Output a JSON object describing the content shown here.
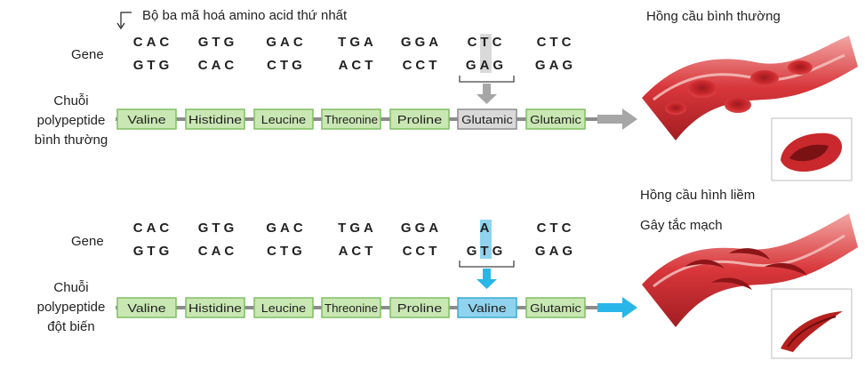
{
  "top_note": "Bộ ba mã hoá amino acid thứ nhất",
  "gene_label": "Gene",
  "normal": {
    "chain_label": [
      "Chuỗi",
      "polypeptide",
      "bình thường"
    ],
    "codons_top": [
      "CAC",
      "GTG",
      "GAC",
      "TGA",
      "GGA",
      "CTC",
      "CTC"
    ],
    "codons_bottom": [
      "GTG",
      "CAC",
      "CTG",
      "ACT",
      "CCT",
      "GAG",
      "GAG"
    ],
    "amino_acids": [
      "Valine",
      "Histidine",
      "Leucine",
      "Threonine",
      "Proline",
      "Glutamic",
      "Glutamic"
    ],
    "cell_label": "Hồng cầu bình thường"
  },
  "mutant": {
    "chain_label": [
      "Chuỗi",
      "polypeptide",
      "đột biến"
    ],
    "codons_top": [
      "CAC",
      "GTG",
      "GAC",
      "TGA",
      "GGA",
      "A",
      "CTC"
    ],
    "codons_bottom": [
      "GTG",
      "CAC",
      "CTG",
      "ACT",
      "CCT",
      "GTG",
      "GAG"
    ],
    "amino_acids": [
      "Valine",
      "Histidine",
      "Leucine",
      "Threonine",
      "Proline",
      "Valine",
      "Glutamic"
    ],
    "cell_label": "Hồng cầu hình liềm",
    "effect_label": "Gây tắc mạch"
  },
  "mutated_index": 5,
  "colors": {
    "box_fill": "#c9e7b3",
    "box_stroke": "#7fbf62",
    "normal_highlight": "#d9d9d9",
    "mutant_highlight": "#8fd3ee",
    "mutant_arrow": "#29b6e8",
    "normal_arrow": "#a6a6a6",
    "vessel": "#d8363a"
  }
}
